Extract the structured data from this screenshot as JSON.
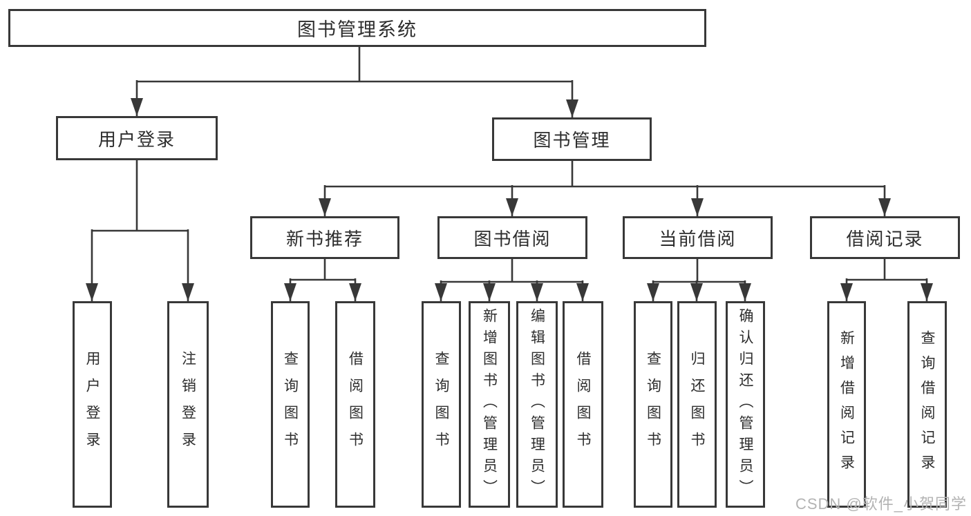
{
  "tree": {
    "root": "图书管理系统",
    "children": [
      {
        "label": "用户登录",
        "children": [
          "用户登录",
          "注销登录"
        ]
      },
      {
        "label": "图书管理",
        "children": [
          {
            "label": "新书推荐",
            "children": [
              "查询图书",
              "借阅图书"
            ]
          },
          {
            "label": "图书借阅",
            "children": [
              "查询图书",
              "新增图书（管理员）",
              "编辑图书（管理员）",
              "借阅图书"
            ]
          },
          {
            "label": "当前借阅",
            "children": [
              "查询图书",
              "归还图书",
              "确认归还（管理员）"
            ]
          },
          {
            "label": "借阅记录",
            "children": [
              "新增借阅记录",
              "查询借阅记录"
            ]
          }
        ]
      }
    ]
  },
  "watermark": "CSDN @软件_小贺同学",
  "colors": {
    "line": "#383838",
    "box_border": "#383838",
    "text": "#2d2d2d",
    "watermark": "#b3b3b3",
    "background": "#ffffff"
  }
}
